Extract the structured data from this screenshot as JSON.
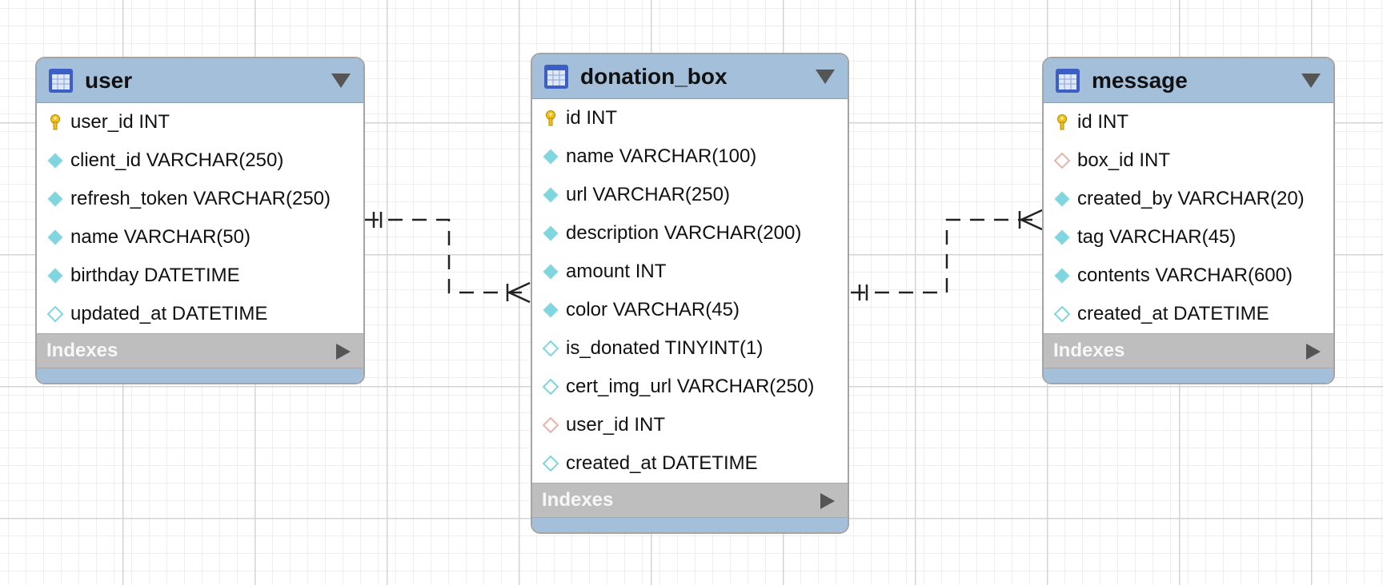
{
  "tables": [
    {
      "id": "user",
      "title": "user",
      "columns": [
        {
          "name": "user_id INT",
          "key": "pk"
        },
        {
          "name": "client_id VARCHAR(250)",
          "key": "nn"
        },
        {
          "name": "refresh_token VARCHAR(250)",
          "key": "nn"
        },
        {
          "name": "name VARCHAR(50)",
          "key": "nn"
        },
        {
          "name": "birthday DATETIME",
          "key": "nn"
        },
        {
          "name": "updated_at DATETIME",
          "key": "nullable"
        }
      ],
      "indexes_label": "Indexes"
    },
    {
      "id": "donation_box",
      "title": "donation_box",
      "columns": [
        {
          "name": "id INT",
          "key": "pk"
        },
        {
          "name": "name VARCHAR(100)",
          "key": "nn"
        },
        {
          "name": "url VARCHAR(250)",
          "key": "nn"
        },
        {
          "name": "description VARCHAR(200)",
          "key": "nn"
        },
        {
          "name": "amount INT",
          "key": "nn"
        },
        {
          "name": "color VARCHAR(45)",
          "key": "nn"
        },
        {
          "name": "is_donated TINYINT(1)",
          "key": "nullable"
        },
        {
          "name": "cert_img_url VARCHAR(250)",
          "key": "nullable"
        },
        {
          "name": "user_id INT",
          "key": "fk"
        },
        {
          "name": "created_at DATETIME",
          "key": "nullable"
        }
      ],
      "indexes_label": "Indexes"
    },
    {
      "id": "message",
      "title": "message",
      "columns": [
        {
          "name": "id INT",
          "key": "pk"
        },
        {
          "name": "box_id INT",
          "key": "fk"
        },
        {
          "name": "created_by VARCHAR(20)",
          "key": "nn"
        },
        {
          "name": "tag VARCHAR(45)",
          "key": "nn"
        },
        {
          "name": "contents VARCHAR(600)",
          "key": "nn"
        },
        {
          "name": "created_at DATETIME",
          "key": "nullable"
        }
      ],
      "indexes_label": "Indexes"
    }
  ],
  "relationships": [
    {
      "from": "user",
      "to": "donation_box",
      "from_cardinality": "one",
      "to_cardinality": "many"
    },
    {
      "from": "donation_box",
      "to": "message",
      "from_cardinality": "one",
      "to_cardinality": "many"
    }
  ],
  "colors": {
    "header": "#a3bfd9",
    "indexes_bar": "#bebebe",
    "pk_key": "#f2c21b",
    "nn_diamond": "#7fd6e0",
    "fk_diamond": "#e5b5ad"
  }
}
